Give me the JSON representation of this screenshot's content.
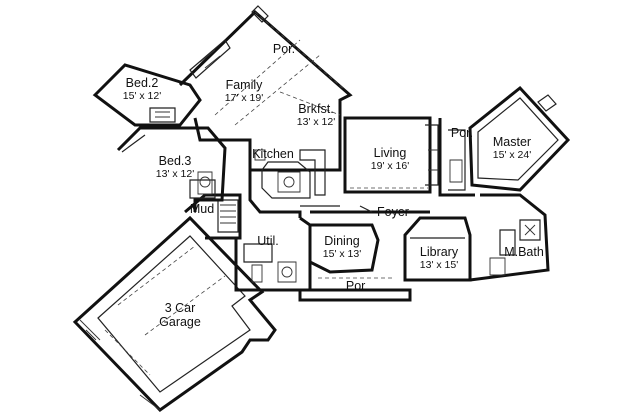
{
  "rooms": [
    {
      "id": "garage",
      "name": "3 Car",
      "name2": "Garage",
      "dims": ""
    },
    {
      "id": "mud",
      "name": "Mud",
      "dims": ""
    },
    {
      "id": "bed3",
      "name": "Bed.3",
      "dims": "13' x 12'"
    },
    {
      "id": "bed2",
      "name": "Bed.2",
      "dims": "15' x 12'"
    },
    {
      "id": "family",
      "name": "Family",
      "dims": "17' x 19'"
    },
    {
      "id": "por-top",
      "name": "Por.",
      "dims": ""
    },
    {
      "id": "brkfst",
      "name": "Brkfst.",
      "dims": "13' x 12'"
    },
    {
      "id": "kitchen",
      "name": "Kitchen",
      "dims": ""
    },
    {
      "id": "living",
      "name": "Living",
      "dims": "19' x 16'"
    },
    {
      "id": "por-mid",
      "name": "Por.",
      "dims": ""
    },
    {
      "id": "master",
      "name": "Master",
      "dims": "15' x 24'"
    },
    {
      "id": "foyer",
      "name": "Foyer",
      "dims": ""
    },
    {
      "id": "util",
      "name": "Util.",
      "dims": ""
    },
    {
      "id": "dining",
      "name": "Dining",
      "dims": "15' x 13'"
    },
    {
      "id": "library",
      "name": "Library",
      "dims": "13' x 15'"
    },
    {
      "id": "mbath",
      "name": "M.Bath",
      "dims": ""
    },
    {
      "id": "por-bottom",
      "name": "Por.",
      "dims": ""
    }
  ]
}
